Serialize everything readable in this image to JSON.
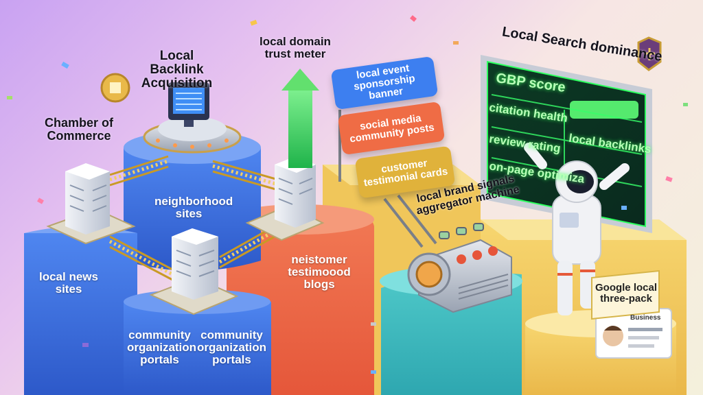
{
  "labels": {
    "local_backlink": "Local Backlink Acquisition",
    "trust_meter": "local domain trust meter",
    "chamber": "Chamber of Commerce",
    "local_search": "Local Search dominance",
    "neighborhood": "neighborhood sites",
    "local_news": "local news sites",
    "community_a": "community organization portals",
    "community_b": "community organization portals",
    "testimonial_blogs": "neistomer testimoood blogs",
    "aggregator": "local brand signals aggregator machine",
    "three_pack": "Google local three-pack",
    "business_card": "Business"
  },
  "banners": {
    "sponsorship": "local event sponsorship banner",
    "social": "social media community posts",
    "testimonial_cards": "customer testimonial cards"
  },
  "screen": {
    "gbp": "GBP score",
    "citation": "citation health",
    "review": "review rating",
    "backlinks": "local backlinks",
    "onpage": "on-page optimiza"
  }
}
